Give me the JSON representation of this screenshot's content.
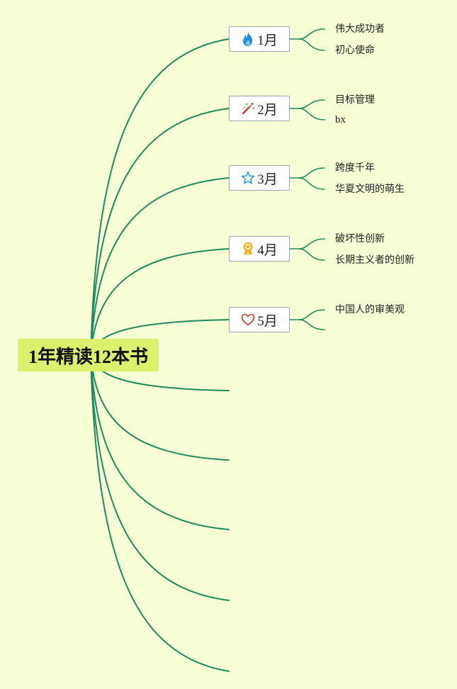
{
  "mindmap": {
    "root": {
      "label": "1年精读12本书"
    },
    "months": [
      {
        "label": "1月",
        "icon": "fire-icon",
        "icon_color": "#1e8fd8",
        "topics": [
          "伟大成功者",
          "初心使命"
        ]
      },
      {
        "label": "2月",
        "icon": "magic-wand-icon",
        "icon_color": "#c0392b",
        "topics": [
          "目标管理",
          "bx"
        ]
      },
      {
        "label": "3月",
        "icon": "star-icon",
        "icon_color": "#2a9fd8",
        "topics": [
          "跨度千年",
          "华夏文明的萌生"
        ]
      },
      {
        "label": "4月",
        "icon": "award-icon",
        "icon_color": "#f0b429",
        "topics": [
          "破坏性创新",
          "长期主义者的创新"
        ]
      },
      {
        "label": "5月",
        "icon": "heart-icon",
        "icon_color": "#c0392b",
        "topics": [
          "中国人的审美观",
          ""
        ]
      }
    ],
    "empty_branch_count": 5
  },
  "colors": {
    "background": "#f7fdd5",
    "root_fill": "#dcf06b",
    "connector": "#1f8a5e",
    "node_border": "#9aa9b3"
  }
}
